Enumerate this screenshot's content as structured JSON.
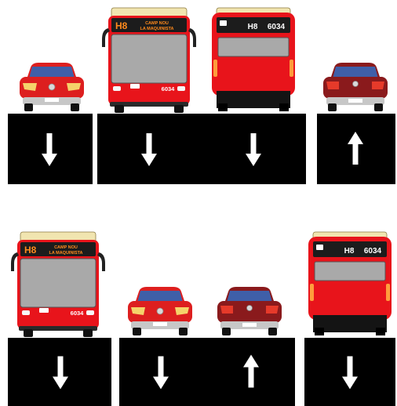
{
  "colors": {
    "road": "#000000",
    "lane_marking": "#ffffff",
    "bus_red": "#e8141b",
    "car_red": "#dd1f1f",
    "car_maroon": "#8a1a1c",
    "windshield": "#a9a9a9",
    "window_blue": "#3f5fa8",
    "dest_sign": "#1c1c1c",
    "dest_text": "#ff8a1c"
  },
  "bus_signage": {
    "route": "H8",
    "destination_line1": "CAMP NOU",
    "destination_line2": "LA MAQUINISTA",
    "fleet_number": "6034"
  },
  "scenarios": [
    {
      "id": "top",
      "lanes": [
        {
          "direction": "down"
        },
        {
          "direction": "down"
        },
        {
          "direction": "down"
        },
        {
          "direction": "up"
        }
      ],
      "vehicles": [
        {
          "type": "car",
          "view": "front",
          "color": "red"
        },
        {
          "type": "bus",
          "view": "front"
        },
        {
          "type": "bus",
          "view": "rear"
        },
        {
          "type": "car",
          "view": "rear",
          "color": "maroon"
        }
      ]
    },
    {
      "id": "bottom",
      "lanes": [
        {
          "direction": "down"
        },
        {
          "direction": "down"
        },
        {
          "direction": "up"
        },
        {
          "direction": "down"
        }
      ],
      "vehicles": [
        {
          "type": "bus",
          "view": "front"
        },
        {
          "type": "car",
          "view": "front",
          "color": "red"
        },
        {
          "type": "car",
          "view": "rear",
          "color": "maroon"
        },
        {
          "type": "bus",
          "view": "rear"
        }
      ]
    }
  ]
}
